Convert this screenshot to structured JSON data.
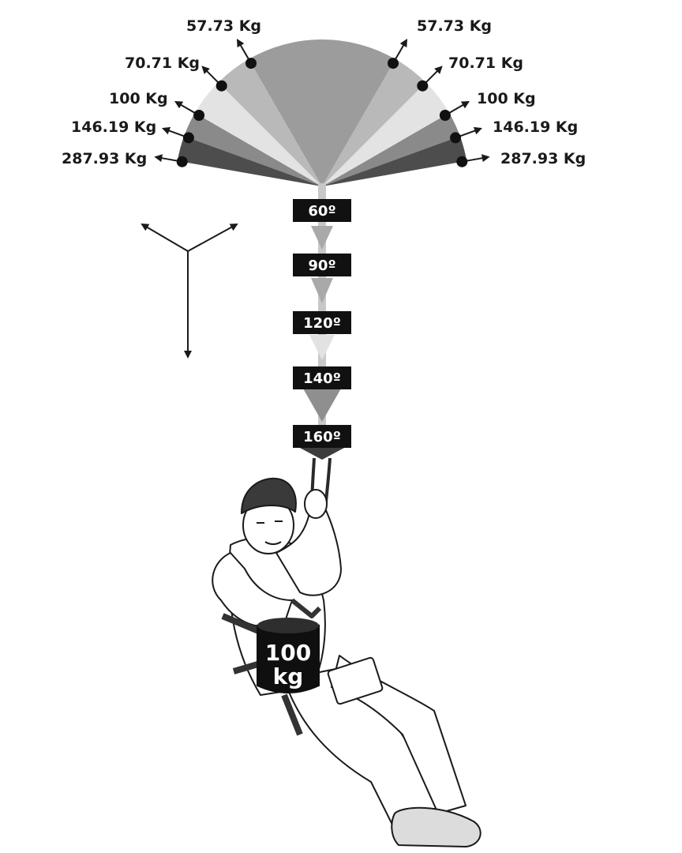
{
  "forces": {
    "left": [
      "57.73 Kg",
      "70.71 Kg",
      "100 Kg",
      "146.19 Kg",
      "287.93 Kg"
    ],
    "right": [
      "57.73 Kg",
      "70.71 Kg",
      "100 Kg",
      "146.19 Kg",
      "287.93 Kg"
    ]
  },
  "angles": [
    "60º",
    "90º",
    "120º",
    "140º",
    "160º"
  ],
  "load": {
    "line1": "100",
    "line2": "kg"
  },
  "colors": {
    "fan": [
      "#9c9c9c",
      "#b9b9b9",
      "#e3e3e3",
      "#8a8a8a",
      "#4d4d4d"
    ],
    "label_bg": "#111111",
    "ink": "#1a1a1a"
  }
}
